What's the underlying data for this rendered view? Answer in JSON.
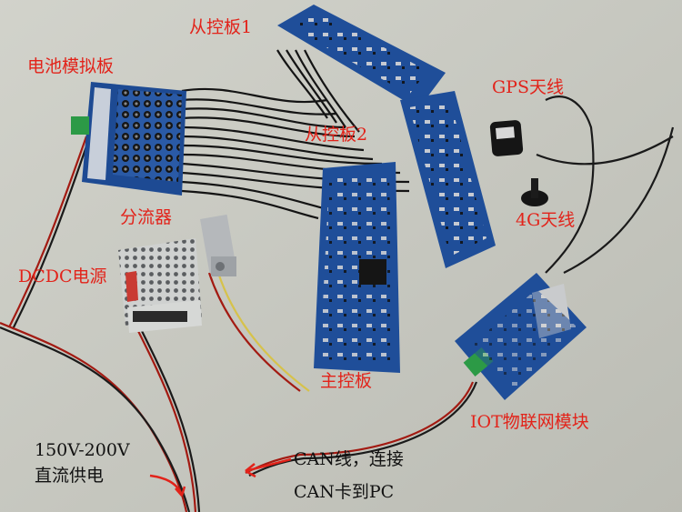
{
  "labels": {
    "slave_board_1": "从控板1",
    "battery_sim_board": "电池模拟板",
    "gps_antenna": "GPS天线",
    "slave_board_2": "从控板2",
    "shunt": "分流器",
    "lte_antenna": "4G天线",
    "dcdc_power": "DCDC电源",
    "master_board": "主控板",
    "iot_module": "IOT物联网模块",
    "dc_supply_voltage": "150V-200V",
    "dc_supply": "直流供电",
    "can_line": "CAN线，连接",
    "can_card_pc": "CAN卡到PC"
  },
  "colors": {
    "annotation_red": "#e2231a",
    "annotation_black": "#111111",
    "pcb_blue": "#1f4e99",
    "background": "#c9cac2"
  }
}
